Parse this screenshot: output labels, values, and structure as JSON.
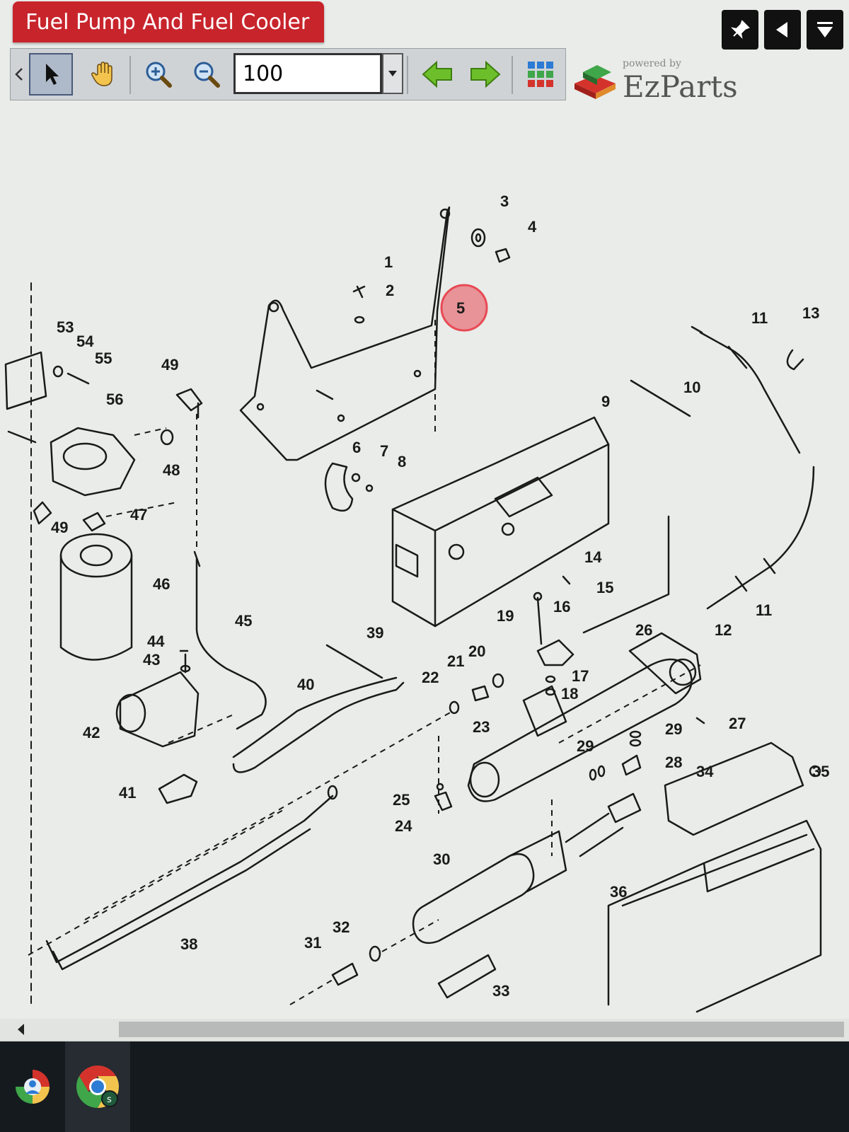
{
  "window": {
    "title": "Fuel Pump And Fuel Cooler"
  },
  "toolbar": {
    "zoom_value": "100",
    "tools": [
      "select-arrow-icon",
      "pan-hand-icon",
      "zoom-in-icon",
      "zoom-out-icon",
      "back-arrow-icon",
      "forward-arrow-icon",
      "grid-icon"
    ]
  },
  "brand": {
    "powered_by": "powered by",
    "name": "EzParts"
  },
  "highlight": {
    "label": "5",
    "color": "#e84a55"
  },
  "callouts": [
    "1",
    "2",
    "3",
    "4",
    "6",
    "7",
    "8",
    "9",
    "10",
    "11",
    "11",
    "12",
    "13",
    "14",
    "15",
    "16",
    "17",
    "18",
    "19",
    "20",
    "21",
    "22",
    "23",
    "24",
    "25",
    "26",
    "27",
    "28",
    "29",
    "29",
    "30",
    "31",
    "32",
    "33",
    "34",
    "35",
    "36",
    "38",
    "39",
    "40",
    "41",
    "42",
    "43",
    "44",
    "45",
    "46",
    "47",
    "48",
    "49",
    "49",
    "53",
    "54",
    "55",
    "56"
  ],
  "colors": {
    "title_bar": "#c8242c",
    "arrow_green": "#6cbf2a"
  }
}
